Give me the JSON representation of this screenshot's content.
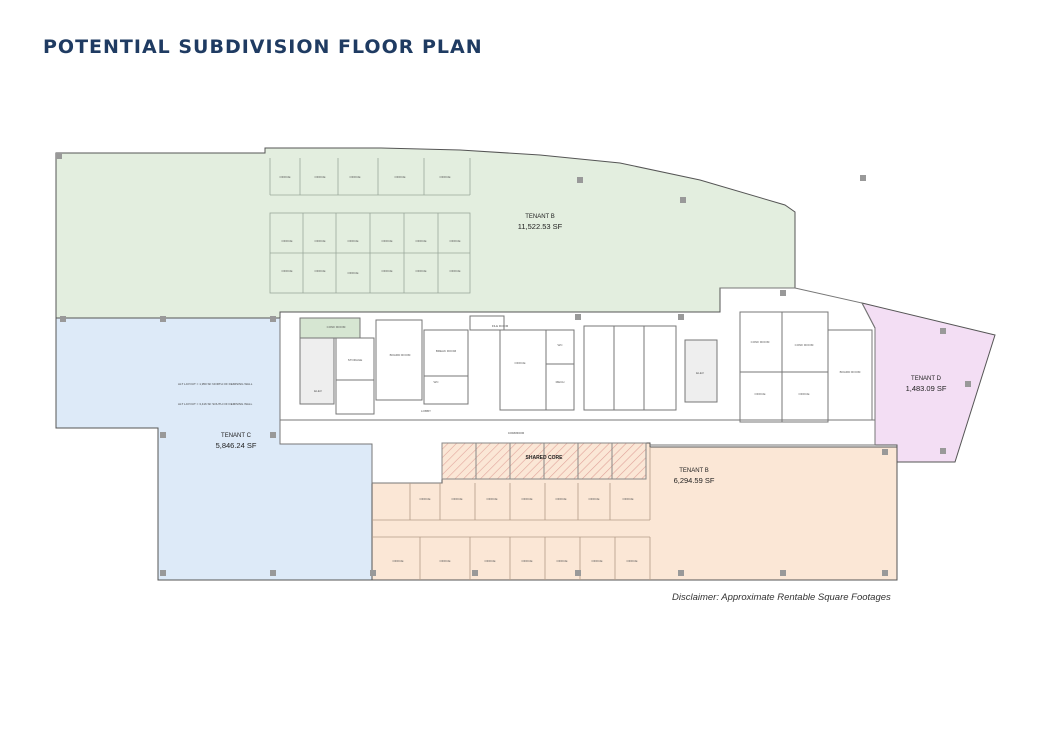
{
  "header": {
    "title": "POTENTIAL SUBDIVISION FLOOR PLAN"
  },
  "tenants": {
    "b_north": {
      "name": "TENANT B",
      "area": "11,522.53 SF",
      "color": "#e3eedf"
    },
    "c": {
      "name": "TENANT C",
      "area": "5,846.24 SF",
      "color": "#ddeaf8"
    },
    "b_south": {
      "name": "TENANT B",
      "area": "6,294.59 SF",
      "color": "#fbe7d6"
    },
    "d": {
      "name": "TENANT D",
      "area": "1,483.09 SF",
      "color": "#f3def4"
    }
  },
  "core": {
    "label": "SHARED CORE",
    "corridor": "CORRIDOR"
  },
  "notes": {
    "alt_north": "ALT LAYOUT = 1,950 SF NORTH OF DEMISING WALL",
    "alt_south": "ALT LAYOUT = 3,416 SF SOUTH OF DEMISING WALL"
  },
  "rooms": {
    "office": "OFFICE",
    "conf_room": "CONF ROOM",
    "break_room": "BREAK ROOM",
    "wc": "WC",
    "storage": "STORAGE",
    "elev": "ELEV",
    "mech": "MECH",
    "lobby": "LOBBY",
    "board_room": "BOARD ROOM",
    "file_room": "FILE ROOM"
  },
  "footer": {
    "disclaimer": "Disclaimer: Approximate Rentable Square Footages"
  }
}
